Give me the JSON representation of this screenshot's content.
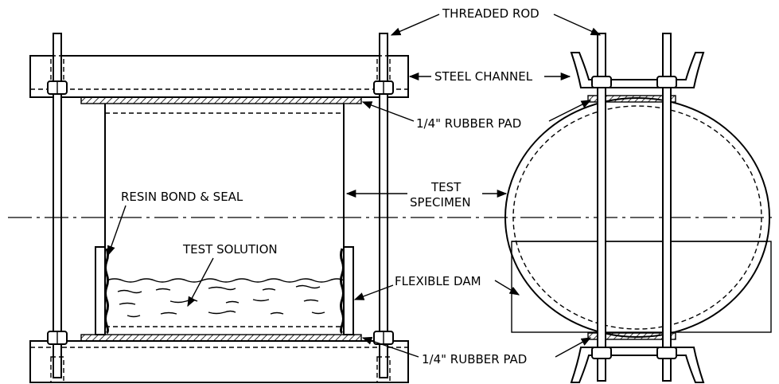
{
  "labels": {
    "threaded_rod": "THREADED ROD",
    "steel_channel": "STEEL CHANNEL",
    "rubber_pad_top": "1/4\" RUBBER PAD",
    "rubber_pad_bottom": "1/4\" RUBBER PAD",
    "test_specimen_line1": "TEST",
    "test_specimen_line2": "SPECIMEN",
    "resin_bond_seal": "RESIN BOND & SEAL",
    "test_solution": "TEST SOLUTION",
    "flexible_dam": "FLEXIBLE DAM"
  }
}
